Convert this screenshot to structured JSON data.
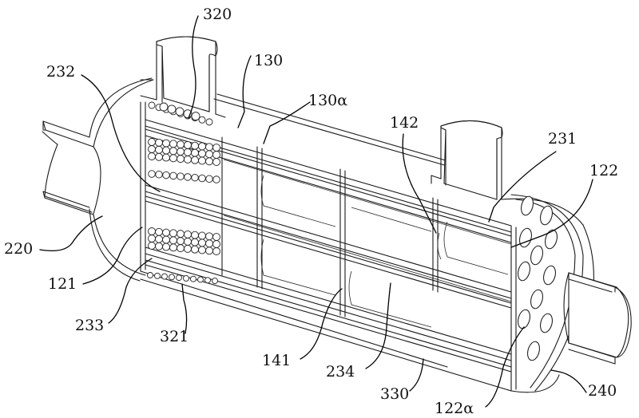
{
  "figure": {
    "type": "patent-drawing",
    "subject": "heat exchanger cutaway perspective view"
  },
  "labels": [
    {
      "id": "320",
      "text": "320"
    },
    {
      "id": "130",
      "text": "130"
    },
    {
      "id": "232",
      "text": "232"
    },
    {
      "id": "130a",
      "text": "130α"
    },
    {
      "id": "142",
      "text": "142"
    },
    {
      "id": "231",
      "text": "231"
    },
    {
      "id": "122",
      "text": "122"
    },
    {
      "id": "220",
      "text": "220"
    },
    {
      "id": "121",
      "text": "121"
    },
    {
      "id": "233",
      "text": "233"
    },
    {
      "id": "321",
      "text": "321"
    },
    {
      "id": "141",
      "text": "141"
    },
    {
      "id": "234",
      "text": "234"
    },
    {
      "id": "330",
      "text": "330"
    },
    {
      "id": "122a",
      "text": "122α"
    },
    {
      "id": "240",
      "text": "240"
    }
  ]
}
